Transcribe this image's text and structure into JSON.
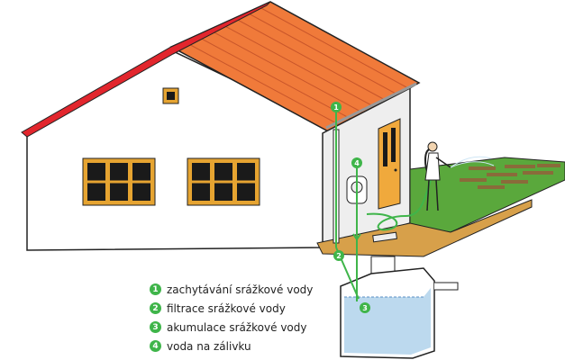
{
  "legend": [
    {
      "number": "1",
      "label": "zachytávání srážkové vody"
    },
    {
      "number": "2",
      "label": "filtrace srážkové vody"
    },
    {
      "number": "3",
      "label": "akumulace srážkové vody"
    },
    {
      "number": "4",
      "label": "voda na zálivku"
    }
  ],
  "markers": {
    "m1": "1",
    "m2": "2",
    "m3": "3",
    "m4": "4"
  },
  "colors": {
    "roof": "#f07a3a",
    "roof_edge": "#e2262d",
    "wall": "#ffffff",
    "side_wall": "#eeeeee",
    "window_frame": "#e6a431",
    "glass": "#1a1a1a",
    "door": "#f0a93c",
    "lawn": "#5aa83c",
    "deck": "#d7a04a",
    "tank_water": "#bcd9ee",
    "flow": "#3fb54a",
    "marker": "#3fb54a"
  }
}
